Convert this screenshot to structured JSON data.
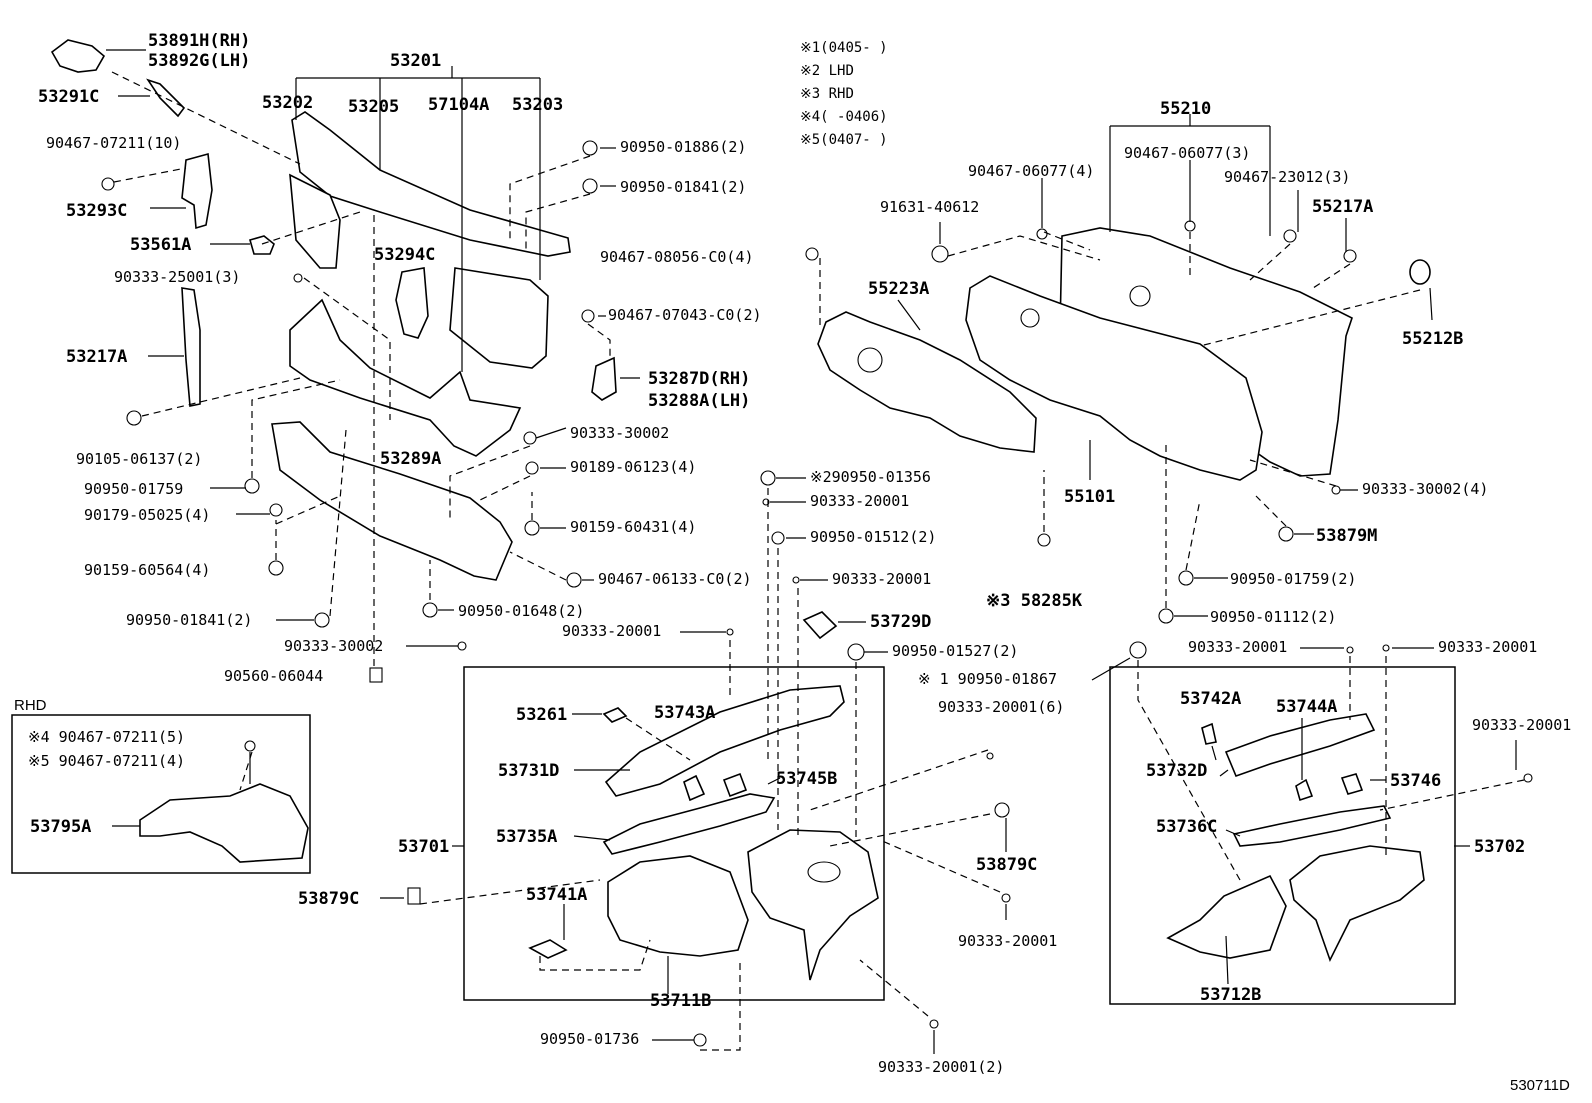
{
  "notes": [
    "※1(0405-      )",
    "※2 LHD",
    "※3 RHD",
    "※4(      -0406)",
    "※5(0407-      )"
  ],
  "rhd_box_title": "RHD",
  "rhd_box_items": [
    "※4 90467-07211(5)",
    "※5 90467-07211(4)"
  ],
  "diagram_code": "530711D",
  "part_numbers": {
    "p53891H": "53891H(RH)",
    "p53892G": "53892G(LH)",
    "p53291C": "53291C",
    "p53201": "53201",
    "p53202": "53202",
    "p53205": "53205",
    "p57104A": "57104A",
    "p53203": "53203",
    "p90467_07211": "90467-07211(10)",
    "p53293C": "53293C",
    "p53561A": "53561A",
    "p53294C": "53294C",
    "p90333_25001": "90333-25001(3)",
    "p53217A": "53217A",
    "p90105_06137": "90105-06137(2)",
    "p90950_01759a": "90950-01759",
    "p90179_05025": "90179-05025(4)",
    "p90159_60564": "90159-60564(4)",
    "p90950_01841b": "90950-01841(2)",
    "p90333_30002b": "90333-30002",
    "p90560_06044": "90560-06044",
    "p90950_01886": "90950-01886(2)",
    "p90950_01841a": "90950-01841(2)",
    "p90467_08056": "90467-08056-C0(4)",
    "p90467_07043": "90467-07043-C0(2)",
    "p53287D": "53287D(RH)",
    "p53288A": "53288A(LH)",
    "p90333_30002a": "90333-30002",
    "p90189_06123": "90189-06123(4)",
    "p53289A": "53289A",
    "p90159_60431": "90159-60431(4)",
    "p90467_06133": "90467-06133-C0(2)",
    "p90950_01648": "90950-01648(2)",
    "p90950_01356": "※290950-01356",
    "p90333_20001a": "90333-20001",
    "p90950_01512": "90950-01512(2)",
    "p90333_20001b": "90333-20001",
    "p53729D": "53729D",
    "p90333_20001c": "90333-20001",
    "p90950_01527": "90950-01527(2)",
    "p90950_01867": "※ 1  90950-01867",
    "p90333_20001_6": "90333-20001(6)",
    "p55210": "55210",
    "p90467_06077_4": "90467-06077(4)",
    "p90467_06077_3": "90467-06077(3)",
    "p90467_23012": "90467-23012(3)",
    "p55217A": "55217A",
    "p91631_40612": "91631-40612",
    "p55223A": "55223A",
    "p55212B": "55212B",
    "p55101": "55101",
    "p90333_30002c": "90333-30002(4)",
    "p53879M": "53879M",
    "p90950_01759b": "90950-01759(2)",
    "p58285K": "※3 58285K",
    "p90950_01112": "90950-01112(2)",
    "p90333_20001d": "90333-20001",
    "p90333_20001e": "90333-20001",
    "p90333_20001f": "90333-20001",
    "p53261": "53261",
    "p53743A": "53743A",
    "p53731D": "53731D",
    "p53745B": "53745B",
    "p53735A": "53735A",
    "p53701": "53701",
    "p53741A": "53741A",
    "p53711B": "53711B",
    "p53879Ca": "53879C",
    "p53879Cb": "53879C",
    "p90333_20001g": "90333-20001",
    "p90950_01736": "90950-01736",
    "p90333_20001_2": "90333-20001(2)",
    "p53742A": "53742A",
    "p53744A": "53744A",
    "p53732D": "53732D",
    "p53746": "53746",
    "p53736C": "53736C",
    "p53702": "53702",
    "p53712B": "53712B",
    "p53795A": "53795A"
  }
}
